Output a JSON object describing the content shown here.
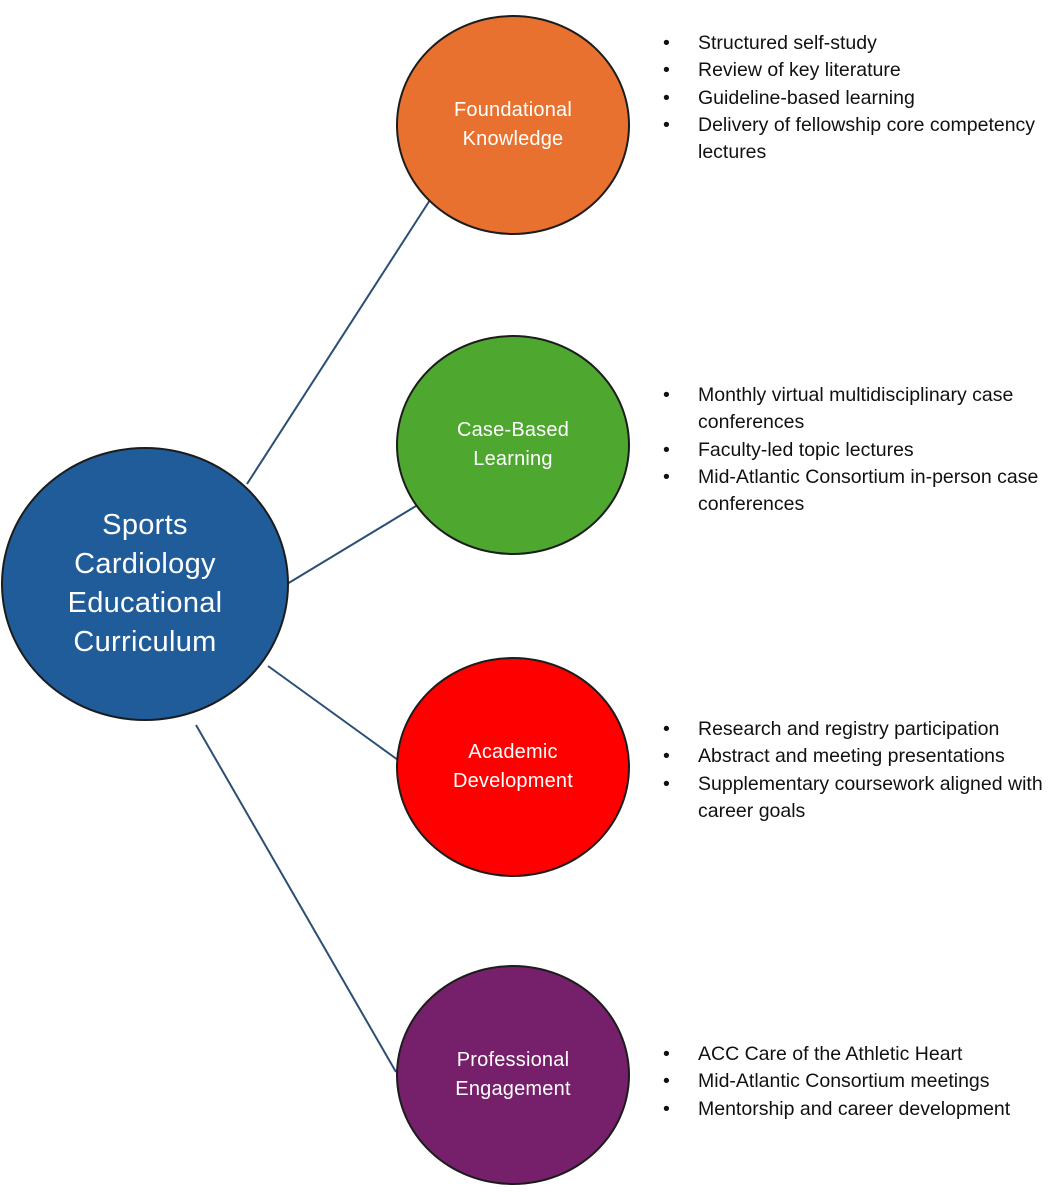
{
  "diagram": {
    "center": {
      "label": "Sports\nCardiology\nEducational\nCurriculum",
      "color": "#1f5c99"
    },
    "branches": [
      {
        "label": "Foundational\nKnowledge",
        "color": "#e87130",
        "items": [
          "Structured self-study",
          "Review of key literature",
          "Guideline-based learning",
          "Delivery of fellowship core competency lectures"
        ]
      },
      {
        "label": "Case-Based\nLearning",
        "color": "#4ea72e",
        "items": [
          "Monthly virtual multidisciplinary case conferences",
          "Faculty-led topic lectures",
          "Mid-Atlantic Consortium in-person case conferences"
        ]
      },
      {
        "label": "Academic\nDevelopment",
        "color": "#ff0000",
        "items": [
          "Research and registry participation",
          "Abstract and meeting presentations",
          "Supplementary coursework aligned with career goals"
        ]
      },
      {
        "label": "Professional\nEngagement",
        "color": "#76206b",
        "items": [
          "ACC Care of the Athletic Heart",
          "Mid-Atlantic Consortium meetings",
          "Mentorship and career development"
        ]
      }
    ],
    "connector_color": "#2b4f74"
  }
}
